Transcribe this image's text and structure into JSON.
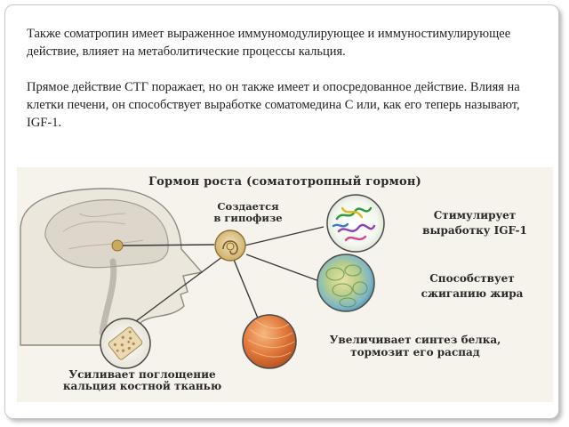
{
  "paragraphs": [
    "Также соматропин имеет выраженное иммуномодулирующее и иммуностимулирующее действие, влияет на метаболитические процессы кальция.",
    "Прямое действие СТГ поражает, но он также имеет и опосредованное действие. Влияя на клетки печени, он способствует выработке соматомедина С или, как его теперь называют, IGF-1."
  ],
  "diagram": {
    "title": "Гормон роста (соматотропный гормон)",
    "pituitary": {
      "line1": "Создается",
      "line2": "в гипофизе"
    },
    "igf": {
      "line1": "Стимулирует",
      "line2": "выработку IGF-1"
    },
    "fat": {
      "line1": "Способствует",
      "line2": "сжиганию жира"
    },
    "protein": {
      "line1": "Увеличивает синтез белка,",
      "line2": "тормозит его распад"
    },
    "calcium": {
      "line1": "Усиливает поглощение",
      "line2": "кальция костной тканью"
    }
  },
  "colors": {
    "text": "#222222",
    "diagram_bg": "#f6f3ec",
    "connector": "#3a3a3a",
    "slide_border": "#c8c8c8"
  }
}
